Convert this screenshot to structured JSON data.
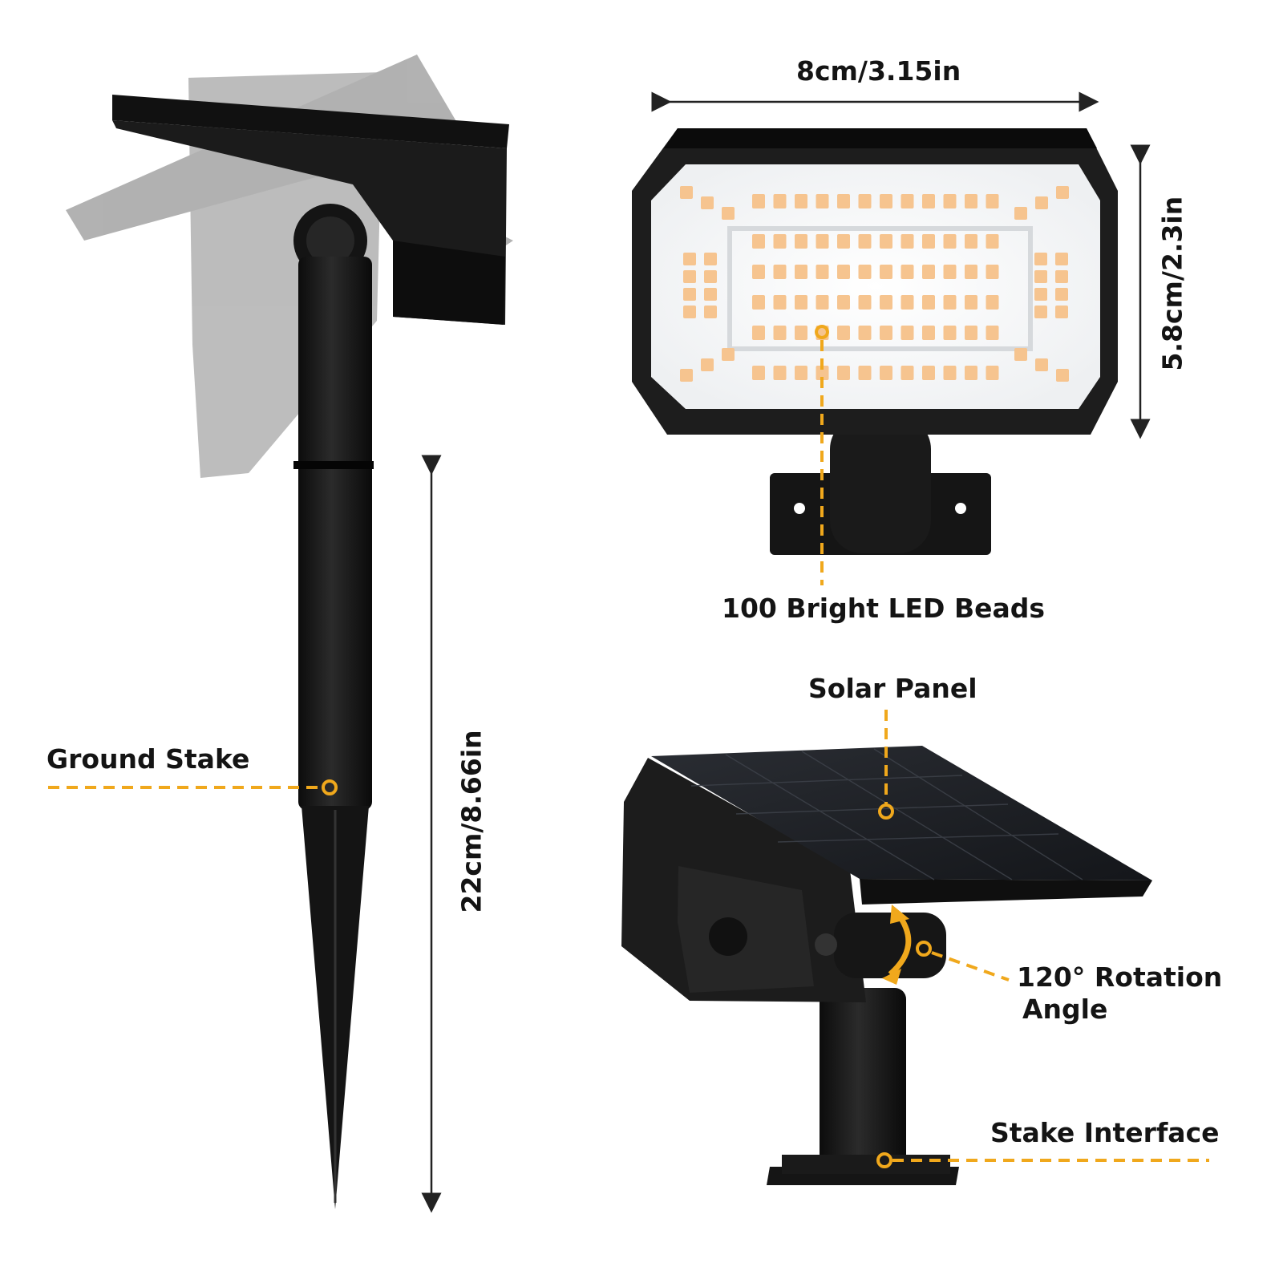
{
  "labels": {
    "width_dim": "8cm/3.15in",
    "height_dim": "5.8cm/2.3in",
    "stake_dim": "22cm/8.66in",
    "led_beads": "100 Bright LED Beads",
    "solar_panel": "Solar Panel",
    "ground_stake": "Ground Stake",
    "rotation_line1": "120° Rotation",
    "rotation_line2": "Angle",
    "stake_interface": "Stake Interface"
  },
  "colors": {
    "accent": "#F0A81C",
    "product_black": "#151515",
    "led_warm": "#F6C48F",
    "dimension_line": "#222222"
  }
}
